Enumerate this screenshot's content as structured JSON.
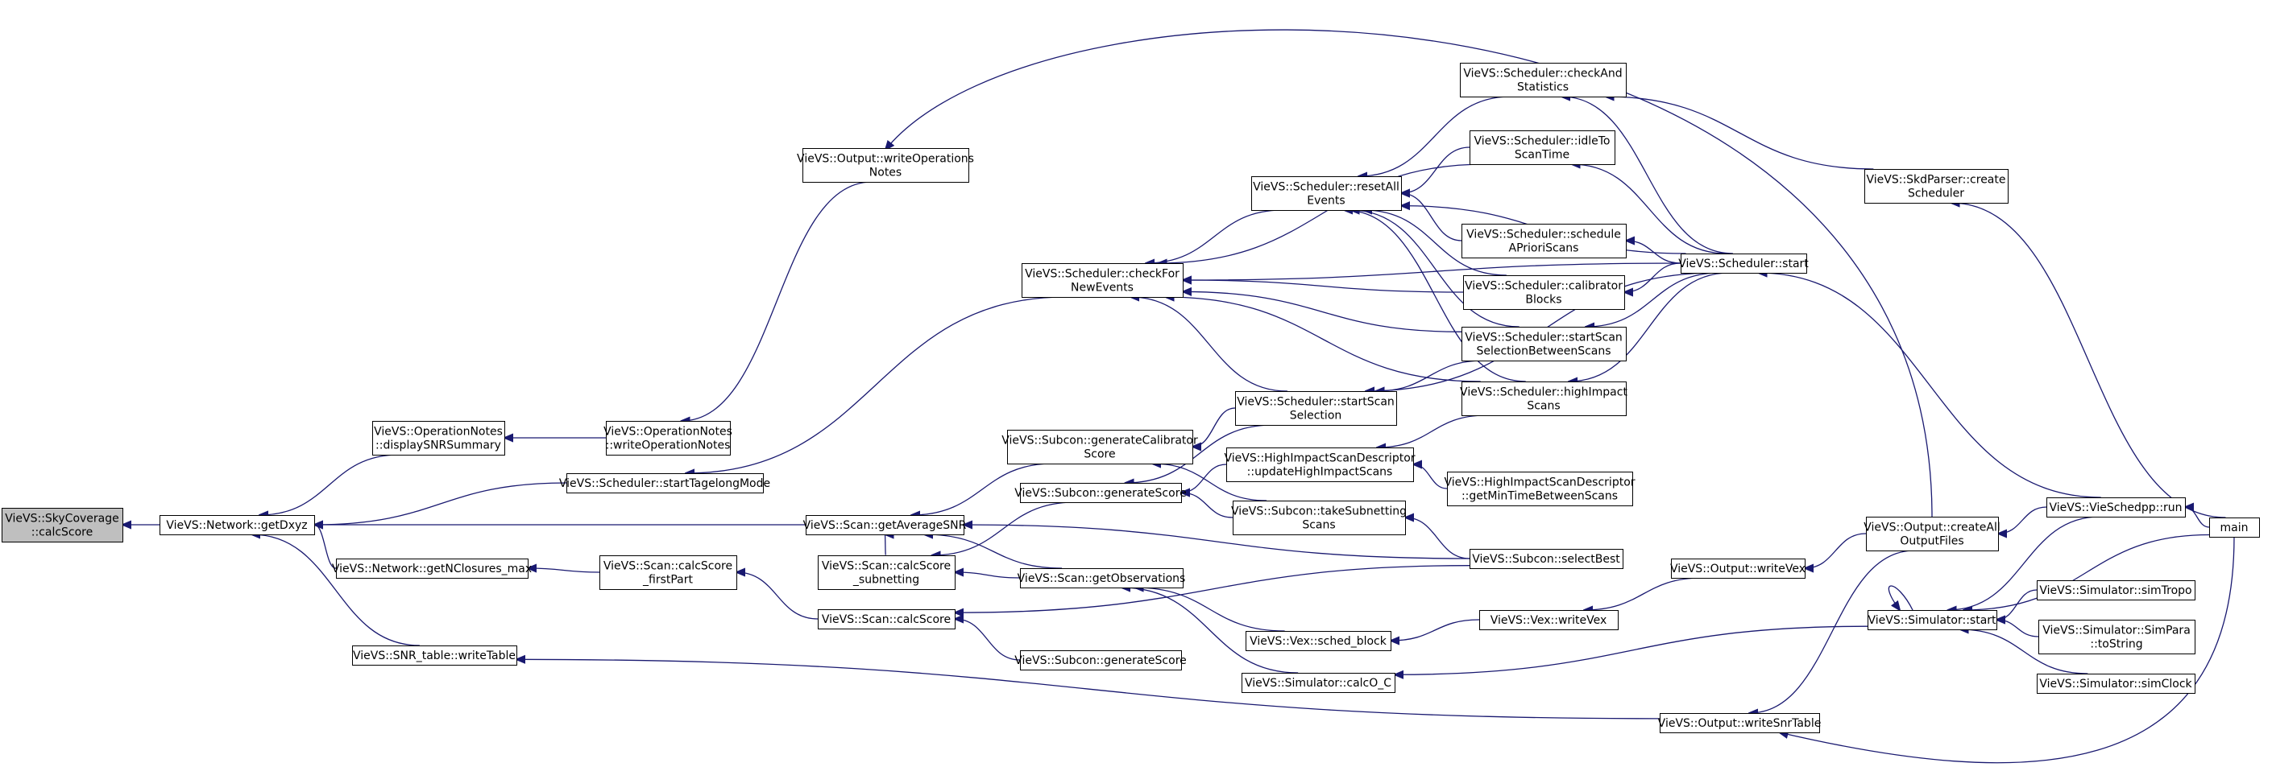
{
  "diagram": {
    "nodes": [
      {
        "id": "calcScore",
        "lines": [
          "VieVS::SkyCoverage",
          "::calcScore"
        ],
        "highlight": true
      },
      {
        "id": "getDxyz",
        "lines": [
          "VieVS::Network::getDxyz"
        ]
      },
      {
        "id": "displaySNR",
        "lines": [
          "VieVS::OperationNotes",
          "::displaySNRSummary"
        ]
      },
      {
        "id": "writeOpNotesN",
        "lines": [
          "VieVS::OperationNotes",
          "::writeOperationNotes"
        ]
      },
      {
        "id": "startTagelong",
        "lines": [
          "VieVS::Scheduler::startTagelongMode"
        ]
      },
      {
        "id": "getAvgSNR",
        "lines": [
          "VieVS::Scan::getAverageSNR"
        ]
      },
      {
        "id": "getNClosures",
        "lines": [
          "VieVS::Network::getNClosures_max"
        ]
      },
      {
        "id": "snrWriteTable",
        "lines": [
          "VieVS::SNR_table::writeTable"
        ]
      },
      {
        "id": "outWriteOpNotes",
        "lines": [
          "VieVS::Output::writeOperations",
          "Notes"
        ]
      },
      {
        "id": "checkForNew",
        "lines": [
          "VieVS::Scheduler::checkFor",
          "NewEvents"
        ]
      },
      {
        "id": "genCalib",
        "lines": [
          "VieVS::Subcon::generateCalibrator",
          "Score"
        ]
      },
      {
        "id": "genScore1",
        "lines": [
          "VieVS::Subcon::generateScore"
        ]
      },
      {
        "id": "calcScoreFirst",
        "lines": [
          "VieVS::Scan::calcScore",
          "_firstPart"
        ]
      },
      {
        "id": "calcScoreSub",
        "lines": [
          "VieVS::Scan::calcScore",
          "_subnetting"
        ]
      },
      {
        "id": "scanCalcScore",
        "lines": [
          "VieVS::Scan::calcScore"
        ]
      },
      {
        "id": "getObs",
        "lines": [
          "VieVS::Scan::getObservations"
        ]
      },
      {
        "id": "genScore2",
        "lines": [
          "VieVS::Subcon::generateScore"
        ]
      },
      {
        "id": "resetAll",
        "lines": [
          "VieVS::Scheduler::resetAll",
          "Events"
        ]
      },
      {
        "id": "startScanSel",
        "lines": [
          "VieVS::Scheduler::startScan",
          "Selection"
        ]
      },
      {
        "id": "updateHI",
        "lines": [
          "VieVS::HighImpactScanDescriptor",
          "::updateHighImpactScans"
        ]
      },
      {
        "id": "takeSub",
        "lines": [
          "VieVS::Subcon::takeSubnetting",
          "Scans"
        ]
      },
      {
        "id": "schedBlock",
        "lines": [
          "VieVS::Vex::sched_block"
        ]
      },
      {
        "id": "calcOC",
        "lines": [
          "VieVS::Simulator::calcO_C"
        ]
      },
      {
        "id": "checkAnd",
        "lines": [
          "VieVS::Scheduler::checkAnd",
          "Statistics"
        ]
      },
      {
        "id": "idleTo",
        "lines": [
          "VieVS::Scheduler::idleTo",
          "ScanTime"
        ]
      },
      {
        "id": "schedApriori",
        "lines": [
          "VieVS::Scheduler::schedule",
          "APrioriScans"
        ]
      },
      {
        "id": "calibBlocks",
        "lines": [
          "VieVS::Scheduler::calibrator",
          "Blocks"
        ]
      },
      {
        "id": "startScanSelBetween",
        "lines": [
          "VieVS::Scheduler::startScan",
          "SelectionBetweenScans"
        ]
      },
      {
        "id": "highImpactScans",
        "lines": [
          "VieVS::Scheduler::highImpact",
          "Scans"
        ]
      },
      {
        "id": "getMinTime",
        "lines": [
          "VieVS::HighImpactScanDescriptor",
          "::getMinTimeBetweenScans"
        ]
      },
      {
        "id": "selectBest",
        "lines": [
          "VieVS::Subcon::selectBest"
        ]
      },
      {
        "id": "vexWriteVex",
        "lines": [
          "VieVS::Vex::writeVex"
        ]
      },
      {
        "id": "outWriteVex",
        "lines": [
          "VieVS::Output::writeVex"
        ]
      },
      {
        "id": "schedStart",
        "lines": [
          "VieVS::Scheduler::start"
        ]
      },
      {
        "id": "createAll",
        "lines": [
          "VieVS::Output::createAll",
          "OutputFiles"
        ]
      },
      {
        "id": "simStart",
        "lines": [
          "VieVS::Simulator::start"
        ]
      },
      {
        "id": "outWriteSnr",
        "lines": [
          "VieVS::Output::writeSnrTable"
        ]
      },
      {
        "id": "skdCreate",
        "lines": [
          "VieVS::SkdParser::create",
          "Scheduler"
        ]
      },
      {
        "id": "vieRun",
        "lines": [
          "VieVS::VieSchedpp::run"
        ]
      },
      {
        "id": "simTropo",
        "lines": [
          "VieVS::Simulator::simTropo"
        ]
      },
      {
        "id": "simPara",
        "lines": [
          "VieVS::Simulator::SimPara",
          "::toString"
        ]
      },
      {
        "id": "simClock",
        "lines": [
          "VieVS::Simulator::simClock"
        ]
      },
      {
        "id": "main",
        "lines": [
          "main"
        ]
      }
    ]
  }
}
